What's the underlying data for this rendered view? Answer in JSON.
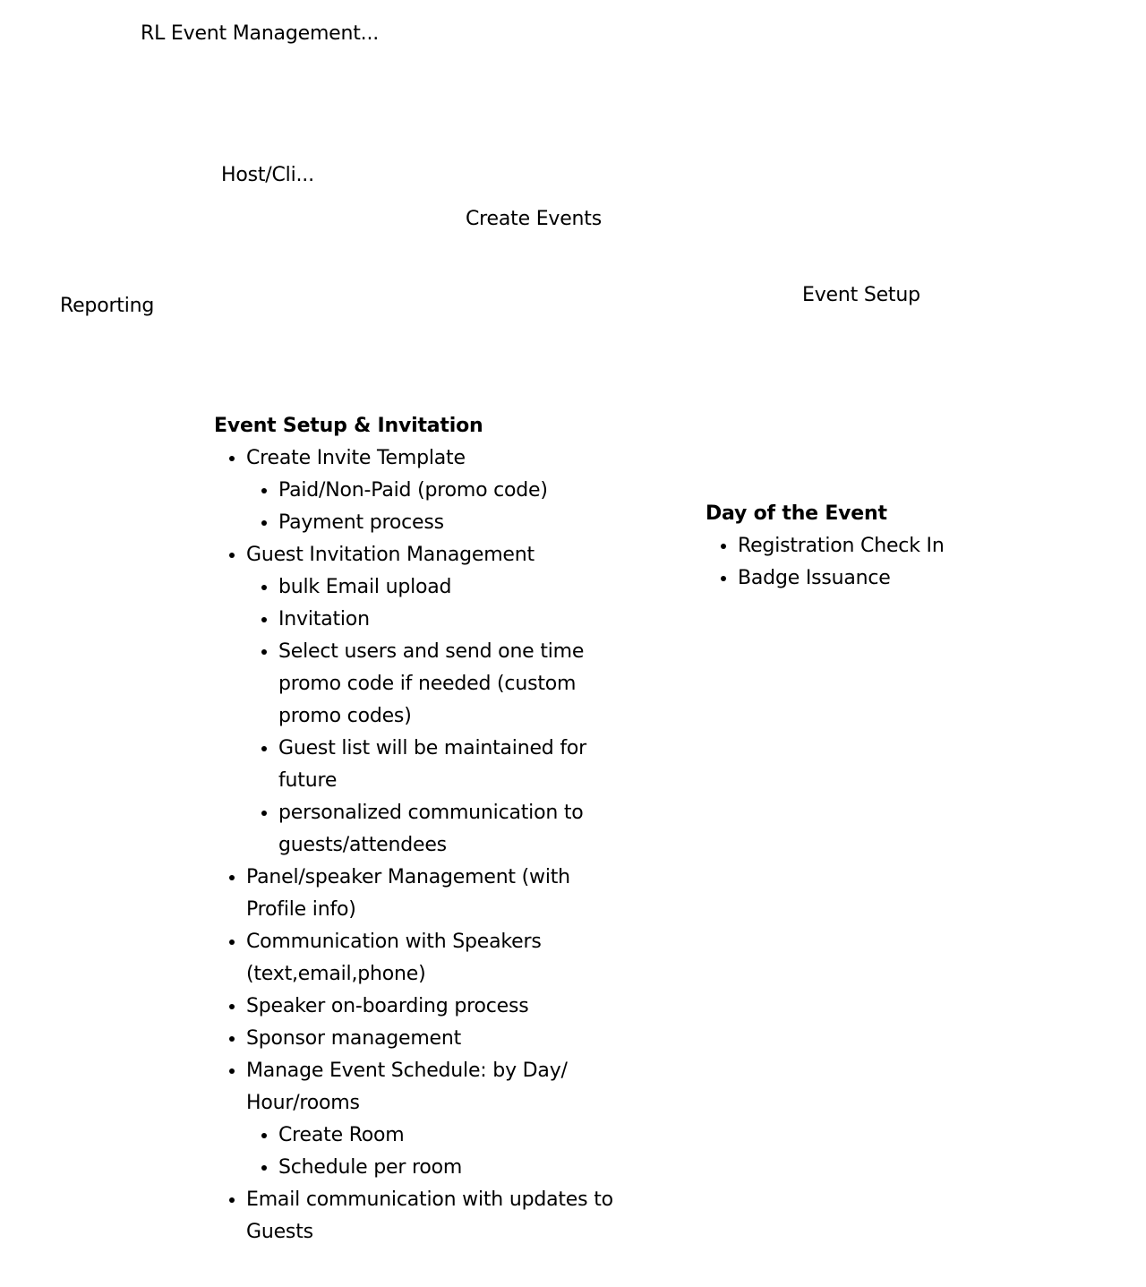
{
  "nodes": {
    "root": "RL Event Management...",
    "host": "Host/Cli...",
    "create_events": "Create Events",
    "reporting": "Reporting",
    "event_setup": "Event Setup"
  },
  "invitation_note": {
    "title": "Event Setup & Invitation",
    "items": [
      {
        "text": "Create Invite Template",
        "sub": [
          "Paid/Non-Paid (promo code)",
          "Payment process"
        ]
      },
      {
        "text": "Guest Invitation Management",
        "sub": [
          "bulk Email upload",
          "Invitation",
          "Select users and send one time promo code if needed (custom promo codes)",
          "Guest list will be maintained for future",
          "personalized communication to guests/attendees"
        ]
      },
      {
        "text": "Panel/speaker Management (with Profile info)",
        "sub": []
      },
      {
        "text": "Communication with Speakers (text,email,phone)",
        "sub": []
      },
      {
        "text": "Speaker on-boarding process",
        "sub": []
      },
      {
        "text": "Sponsor management",
        "sub": []
      },
      {
        "text": "Manage Event Schedule: by Day/ Hour/rooms",
        "sub": [
          "Create Room",
          "Schedule per room"
        ]
      },
      {
        "text": "Email communication with updates to Guests",
        "sub": []
      }
    ]
  },
  "day_note": {
    "title": "Day of the Event",
    "items": [
      "Registration Check In",
      "Badge Issuance"
    ]
  }
}
